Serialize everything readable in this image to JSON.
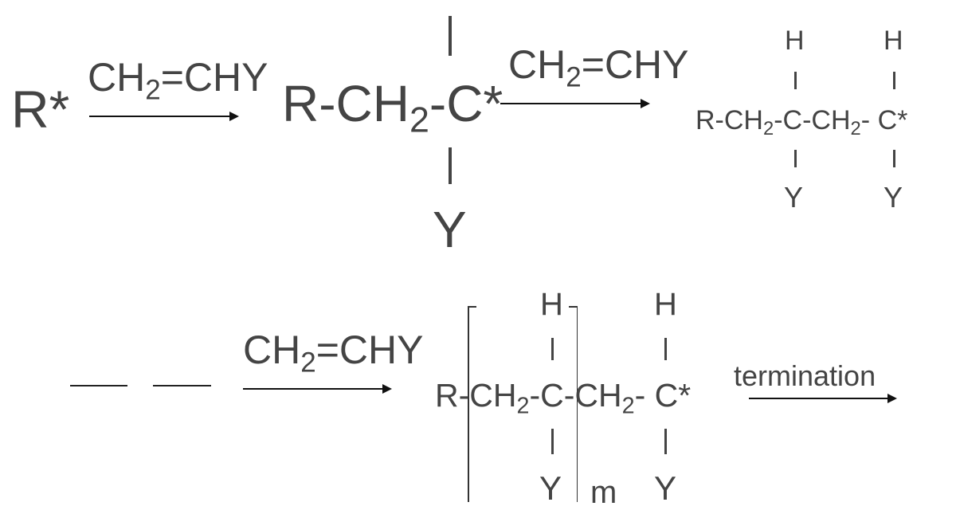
{
  "step1": {
    "reactant": "R*",
    "reagent": {
      "a": "CH",
      "sub": "2",
      "b": "=CHY"
    },
    "product": {
      "a": "R-CH",
      "sub": "2",
      "b": "-C*",
      "bottom": "Y"
    }
  },
  "step2": {
    "reagent": {
      "a": "CH",
      "sub": "2",
      "b": "=CHY"
    },
    "product": {
      "a": "R-CH",
      "sub1": "2",
      "b": "-C-CH",
      "sub2": "2",
      "c": "- C*",
      "top1": "H",
      "top2": "H",
      "bottom1": "Y",
      "bottom2": "Y"
    }
  },
  "step3": {
    "reagent": {
      "a": "CH",
      "sub": "2",
      "b": "=CHY"
    },
    "product": {
      "r": "R",
      "a": "-CH",
      "sub1": "2",
      "b": "-C-CH",
      "sub2": "2",
      "c": "- C*",
      "top1": "H",
      "top2": "H",
      "bottom1": "Y",
      "bottom2": "Y",
      "repeat": "m"
    },
    "termination_label": "termination"
  }
}
